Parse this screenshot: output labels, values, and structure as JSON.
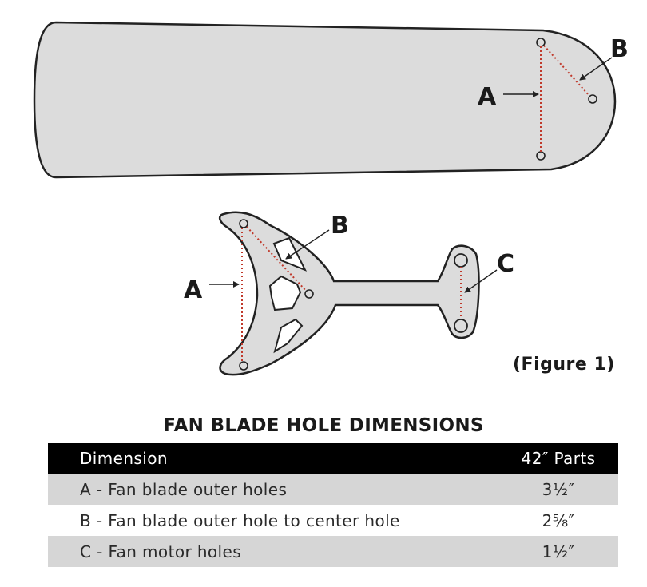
{
  "diagram": {
    "blade_labels": {
      "a": "A",
      "b": "B"
    },
    "bracket_labels": {
      "a": "A",
      "b": "B",
      "c": "C"
    },
    "figure_caption": "(Figure 1)"
  },
  "table": {
    "title": "FAN BLADE HOLE DIMENSIONS",
    "headers": [
      "Dimension",
      "42″ Parts"
    ],
    "rows": [
      {
        "dimension": "A - Fan blade outer holes",
        "value": "3½″"
      },
      {
        "dimension": "B - Fan blade outer hole to center hole",
        "value": "2⅝″"
      },
      {
        "dimension": "C - Fan motor holes",
        "value": "1½″"
      }
    ]
  },
  "colors": {
    "part_fill": "#dcdcdc",
    "outline": "#222222",
    "dotted_line": "#c0392b",
    "header_bg": "#000000",
    "row_shade": "#d6d6d6"
  }
}
